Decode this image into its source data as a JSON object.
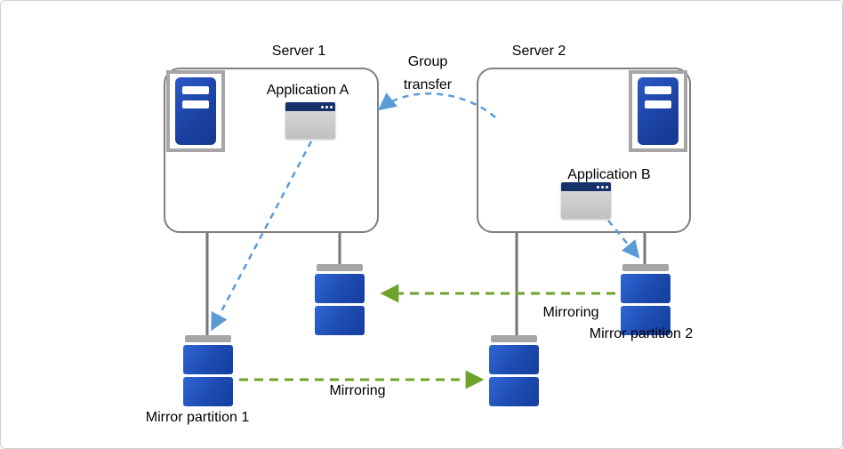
{
  "diagram": {
    "servers": [
      {
        "label": "Server 1",
        "application": "Application A"
      },
      {
        "label": "Server 2",
        "application": "Application B"
      }
    ],
    "labels": {
      "group_transfer": "Group transfer",
      "mirroring_top": "Mirroring",
      "mirroring_bottom": "Mirroring",
      "mirror_partition_1": "Mirror partition 1",
      "mirror_partition_2": "Mirror partition 2"
    },
    "icons": [
      "server-icon",
      "app-window-icon",
      "disk-stack-icon"
    ],
    "colors": {
      "arrow_blue": "#5b9bd5",
      "arrow_green": "#6da32b",
      "disk_blue": "#1d4bb0",
      "disk_cap_gray": "#a6a6a6",
      "box_border_gray": "#7f7f7f",
      "connector_gray": "#767676",
      "app_titlebar_navy": "#17316b",
      "app_body_gray": "#cbcbcb",
      "server_body_blue": "#1a41a0"
    }
  }
}
